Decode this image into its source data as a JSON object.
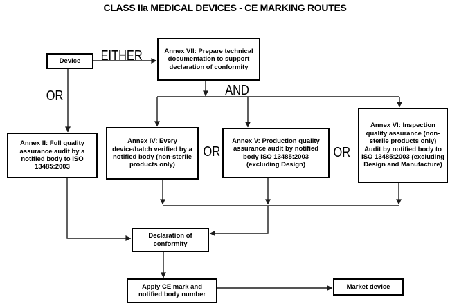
{
  "title": "CLASS IIa MEDICAL DEVICES - CE MARKING ROUTES",
  "connector_labels": {
    "either": "EITHER",
    "or_device": "OR",
    "and": "AND",
    "or_between_iv_v": "OR",
    "or_between_v_vi": "OR"
  },
  "nodes": {
    "device": "Device",
    "annex_vii": "Annex VII: Prepare technical documentation to support declaration of conformity",
    "annex_ii": "Annex II: Full quality assurance audit by a notified body to ISO 13485:2003",
    "annex_iv": "Annex IV: Every device/batch verified by a notified body (non-sterile products only)",
    "annex_v": "Annex V: Production quality assurance audit by notified body ISO 13485:2003 (excluding Design)",
    "annex_vi": "Annex VI: Inspection quality assurance (non-sterile products only) Audit by notified body to ISO 13485:2003 (excluding Design and Manufacture)",
    "declaration_of_conformity": "Declaration of conformity",
    "apply_ce_mark": "Apply CE mark and notified body number",
    "market_device": "Market device"
  },
  "colors": {
    "background": "#ffffff",
    "line": "#1c1c1c",
    "box_border": "#000000",
    "text": "#000000"
  }
}
